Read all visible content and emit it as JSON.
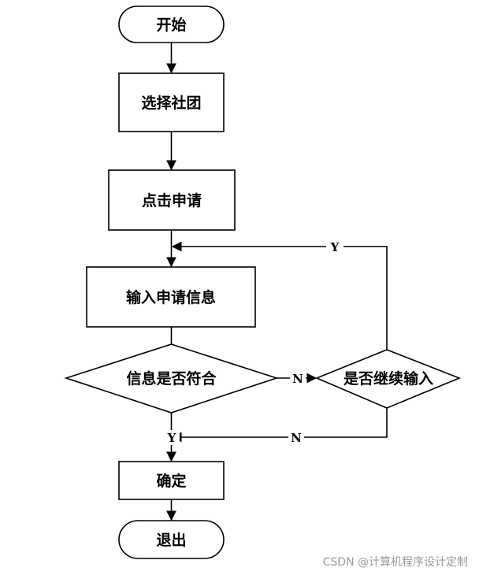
{
  "nodes": {
    "start": "开始",
    "select_club": "选择社团",
    "click_apply": "点击申请",
    "input_info": "输入申请信息",
    "info_match": "信息是否符合",
    "continue_input": "是否继续输入",
    "confirm": "确定",
    "exit": "退出"
  },
  "edges": {
    "match_no": "N",
    "match_yes": "Y",
    "continue_yes": "Y",
    "continue_no": "N"
  },
  "watermark": "CSDN @计算机程序设计定制"
}
